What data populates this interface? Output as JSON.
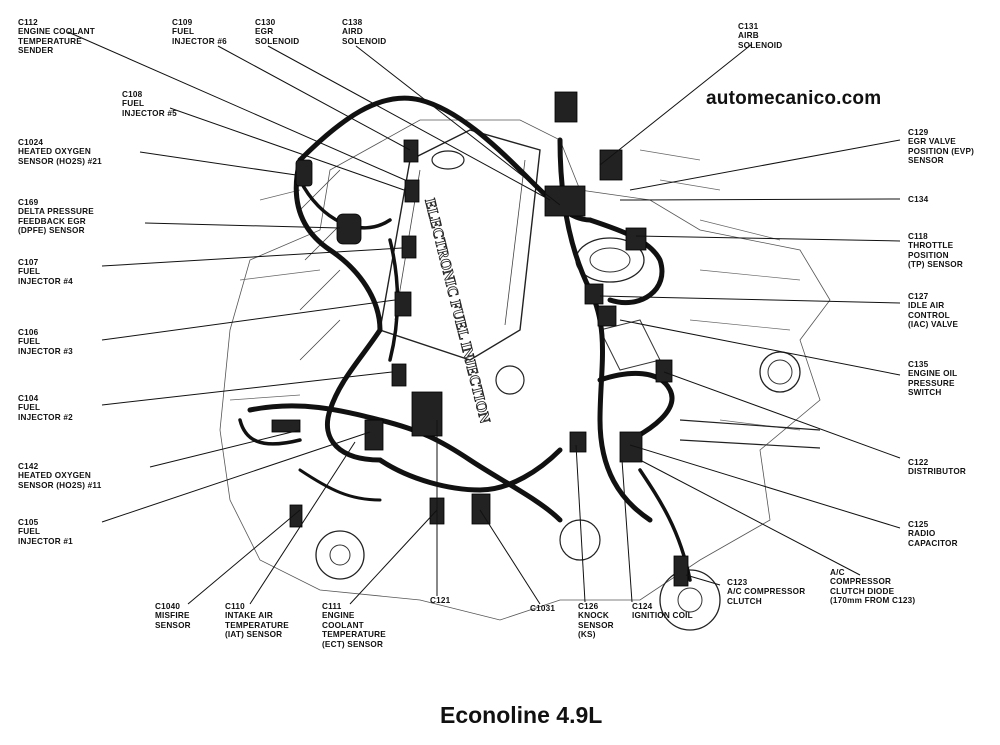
{
  "site": "automecanico.com",
  "caption": "Econoline 4.9L",
  "labels": {
    "c112": [
      "C112",
      "ENGINE COOLANT",
      "TEMPERATURE",
      "SENDER"
    ],
    "c109": [
      "C109",
      "FUEL",
      "INJECTOR #6"
    ],
    "c130": [
      "C130",
      "EGR",
      "SOLENOID"
    ],
    "c138": [
      "C138",
      "AIRD",
      "SOLENOID"
    ],
    "c131": [
      "C131",
      "AIRB",
      "SOLENOID"
    ],
    "c108": [
      "C108",
      "FUEL",
      "INJECTOR #5"
    ],
    "c1024": [
      "C1024",
      "HEATED OXYGEN",
      "SENSOR (HO2S) #21"
    ],
    "c129": [
      "C129",
      "EGR VALVE",
      "POSITION (EVP)",
      "SENSOR"
    ],
    "c169": [
      "C169",
      "DELTA PRESSURE",
      "FEEDBACK EGR",
      "(DPFE) SENSOR"
    ],
    "c134": [
      "C134"
    ],
    "c118": [
      "C118",
      "THROTTLE",
      "POSITION",
      "(TP) SENSOR"
    ],
    "c107": [
      "C107",
      "FUEL",
      "INJECTOR #4"
    ],
    "c127": [
      "C127",
      "IDLE AIR",
      "CONTROL",
      "(IAC) VALVE"
    ],
    "c106": [
      "C106",
      "FUEL",
      "INJECTOR #3"
    ],
    "c135": [
      "C135",
      "ENGINE OIL",
      "PRESSURE",
      "SWITCH"
    ],
    "c104": [
      "C104",
      "FUEL",
      "INJECTOR #2"
    ],
    "c122": [
      "C122",
      "DISTRIBUTOR"
    ],
    "c142": [
      "C142",
      "HEATED OXYGEN",
      "SENSOR (HO2S) #11"
    ],
    "c105": [
      "C105",
      "FUEL",
      "INJECTOR #1"
    ],
    "c125": [
      "C125",
      "RADIO",
      "CAPACITOR"
    ],
    "ac_diode": [
      "A/C",
      "COMPRESSOR",
      "CLUTCH DIODE",
      "(170mm FROM C123)"
    ],
    "c123": [
      "C123",
      "A/C COMPRESSOR",
      "CLUTCH"
    ],
    "c1040": [
      "C1040",
      "MISFIRE",
      "SENSOR"
    ],
    "c110": [
      "C110",
      "INTAKE AIR",
      "TEMPERATURE",
      "(IAT) SENSOR"
    ],
    "c111": [
      "C111",
      "ENGINE",
      "COOLANT",
      "TEMPERATURE",
      "(ECT) SENSOR"
    ],
    "c121": [
      "C121"
    ],
    "c1031": [
      "C1031"
    ],
    "c126": [
      "C126",
      "KNOCK",
      "SENSOR",
      "(KS)"
    ],
    "c124": [
      "C124",
      "IGNITION COIL"
    ]
  },
  "manifold_text": "ELECTRONIC FUEL INJECTION"
}
